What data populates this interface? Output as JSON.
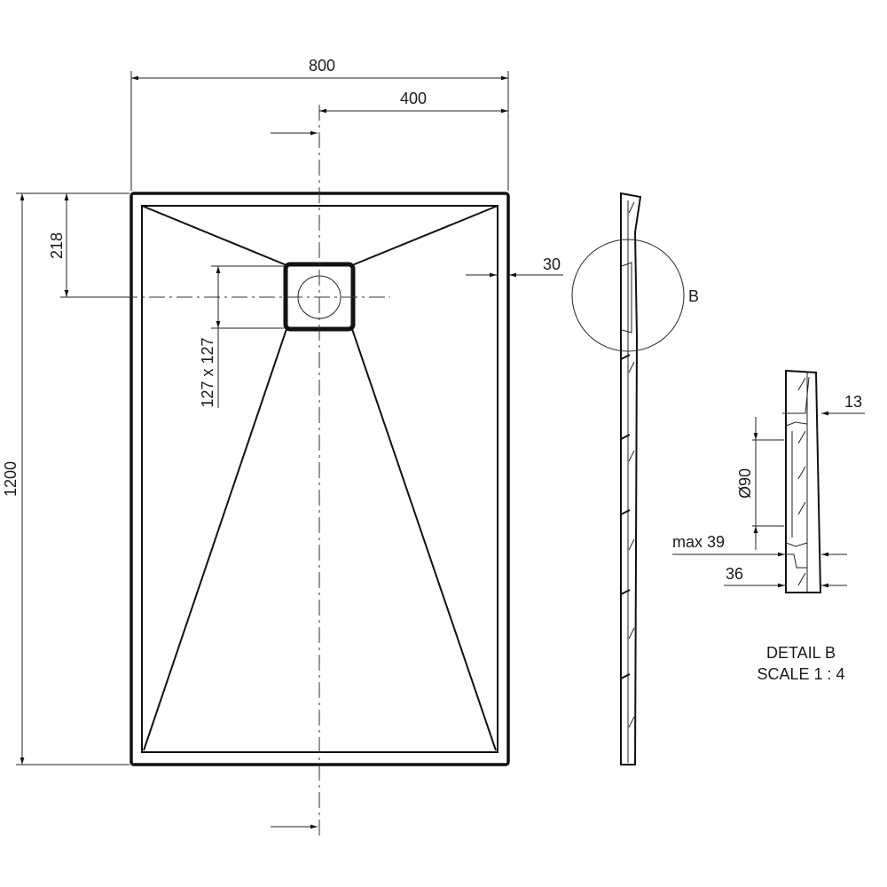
{
  "dimensions": {
    "width_total": "800",
    "width_half": "400",
    "length_total": "1200",
    "drain_offset": "218",
    "drain_size": "127 x 127",
    "rim_width": "30"
  },
  "detail_marker": "B",
  "detail": {
    "dim_13": "13",
    "dim_diameter": "Ø90",
    "dim_max39": "max 39",
    "dim_36": "36",
    "title": "DETAIL B",
    "scale": "SCALE 1 : 4"
  }
}
